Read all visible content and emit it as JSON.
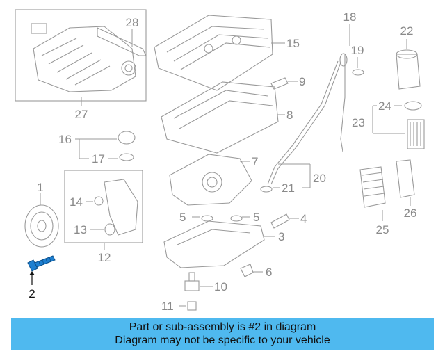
{
  "diagram": {
    "callouts": {
      "n1": "1",
      "n2": "2",
      "n3": "3",
      "n4": "4",
      "n5a": "5",
      "n5b": "5",
      "n6": "6",
      "n7": "7",
      "n8": "8",
      "n9": "9",
      "n10": "10",
      "n11": "11",
      "n12": "12",
      "n13": "13",
      "n14": "14",
      "n15": "15",
      "n16": "16",
      "n17": "17",
      "n18": "18",
      "n19": "19",
      "n20": "20",
      "n21": "21",
      "n22": "22",
      "n23": "23",
      "n24": "24",
      "n25": "25",
      "n26": "26",
      "n27": "27",
      "n28": "28"
    },
    "highlight_color": "#1e7fd0"
  },
  "caption": {
    "line1": "Part or sub-assembly is #2 in diagram",
    "line2": "Diagram may not be specific to your vehicle",
    "background": "#4fb9ef"
  }
}
